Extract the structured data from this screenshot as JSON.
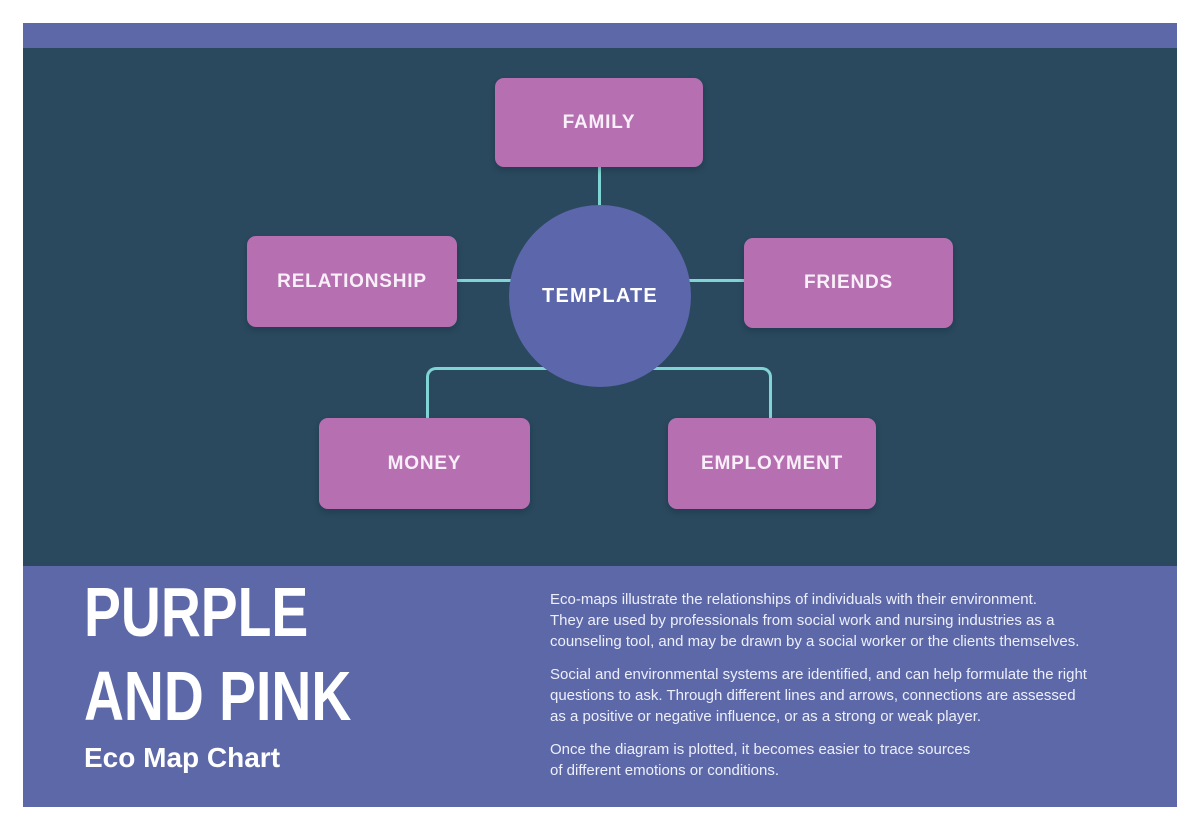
{
  "colors": {
    "page_background": "#ffffff",
    "accent_purple": "#5d68a9",
    "canvas_dark_teal": "#2a495e",
    "node_pink": "#b670b2",
    "connector_teal": "#80d5d4",
    "center_circle_purple": "#5b66ab",
    "text_white": "#ffffff"
  },
  "diagram": {
    "center_label": "TEMPLATE",
    "nodes": [
      {
        "id": "family",
        "label": "FAMILY"
      },
      {
        "id": "relationship",
        "label": "RELATIONSHIP"
      },
      {
        "id": "friends",
        "label": "FRIENDS"
      },
      {
        "id": "money",
        "label": "MONEY"
      },
      {
        "id": "employment",
        "label": "EMPLOYMENT"
      }
    ]
  },
  "footer": {
    "title_line1": "PURPLE",
    "title_line2": "AND PINK",
    "subtitle": "Eco Map Chart",
    "paragraphs": [
      "Eco-maps illustrate the relationships of individuals with their environment.\nThey are used by professionals from social work and nursing industries as a\ncounseling tool, and may be drawn by a social worker or the clients themselves.",
      "Social and environmental systems are identified, and can help formulate the right\nquestions to ask. Through different lines and arrows, connections are assessed\nas a positive or negative influence, or as a strong or weak player.",
      "Once the diagram is plotted, it becomes easier to trace sources\nof different emotions or conditions."
    ]
  }
}
